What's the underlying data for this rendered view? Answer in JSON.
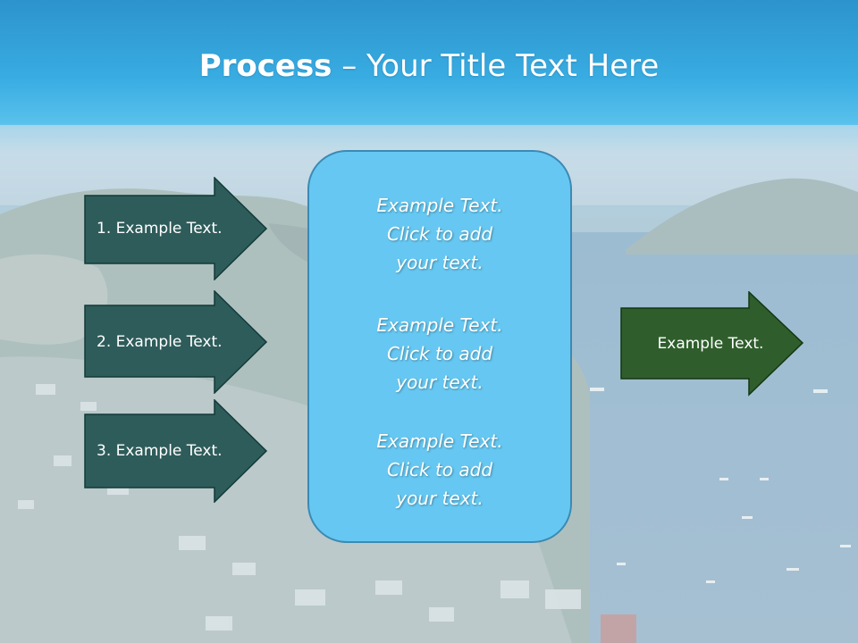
{
  "slide": {
    "title_bold": "Process",
    "title_rest": " – Your Title Text Here",
    "left_arrows": [
      {
        "label": "1. Example Text."
      },
      {
        "label": "2. Example Text."
      },
      {
        "label": "3. Example Text."
      }
    ],
    "center_box": {
      "paragraphs": [
        {
          "line1": "Example Text.",
          "line2": "Click  to add",
          "line3": "your text."
        },
        {
          "line1": "Example Text.",
          "line2": "Click  to add",
          "line3": "your text."
        },
        {
          "line1": "Example Text.",
          "line2": "Click  to add",
          "line3": "your text."
        }
      ]
    },
    "right_arrow": {
      "label": "Example Text."
    },
    "colors": {
      "header_blue": "#3fb2e6",
      "left_arrow_fill": "#2e5c5a",
      "center_box_fill": "#66c8f2",
      "right_arrow_fill": "#2f5e2c"
    },
    "background": "coastal-island-photo"
  }
}
